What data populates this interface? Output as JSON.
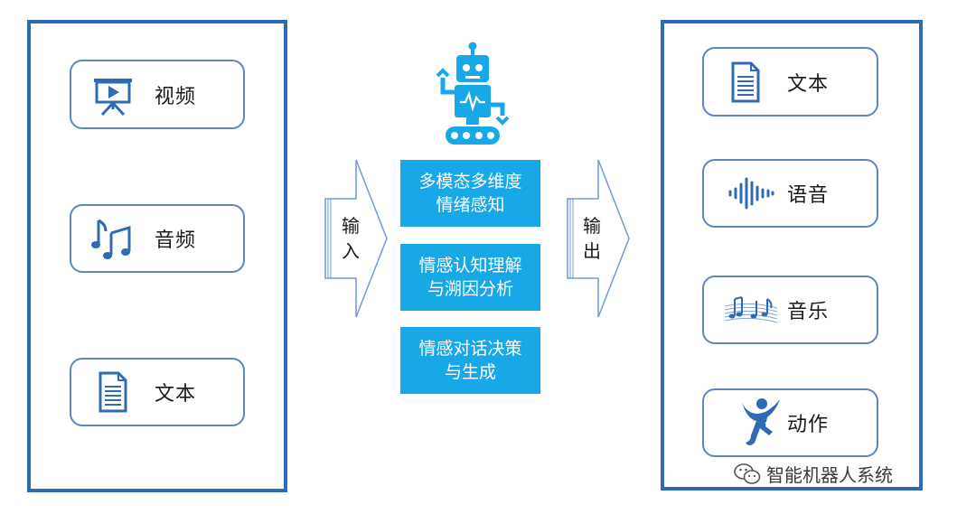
{
  "inputs": [
    {
      "label": "视频",
      "icon": "video-presentation-icon"
    },
    {
      "label": "音频",
      "icon": "music-note-icon"
    },
    {
      "label": "文本",
      "icon": "document-icon"
    }
  ],
  "arrow_in": {
    "label": "输入"
  },
  "robot": {
    "icon": "robot-icon"
  },
  "modules": [
    {
      "line1": "多模态多维度",
      "line2": "情绪感知"
    },
    {
      "line1": "情感认知理解",
      "line2": "与溯因分析"
    },
    {
      "line1": "情感对话决策",
      "line2": "与生成"
    }
  ],
  "arrow_out": {
    "label": "输出"
  },
  "outputs": [
    {
      "label": "文本",
      "icon": "document-icon"
    },
    {
      "label": "语音",
      "icon": "sound-wave-icon"
    },
    {
      "label": "音乐",
      "icon": "music-score-icon"
    },
    {
      "label": "动作",
      "icon": "dancing-figure-icon"
    }
  ],
  "watermark": {
    "text": "智能机器人系统",
    "icon": "wechat-icon"
  },
  "colors": {
    "panel_border": "#2f6bb5",
    "item_border": "#5d86bf",
    "module_fill": "#18a8e8",
    "icon_blue": "#2f6bb5"
  }
}
